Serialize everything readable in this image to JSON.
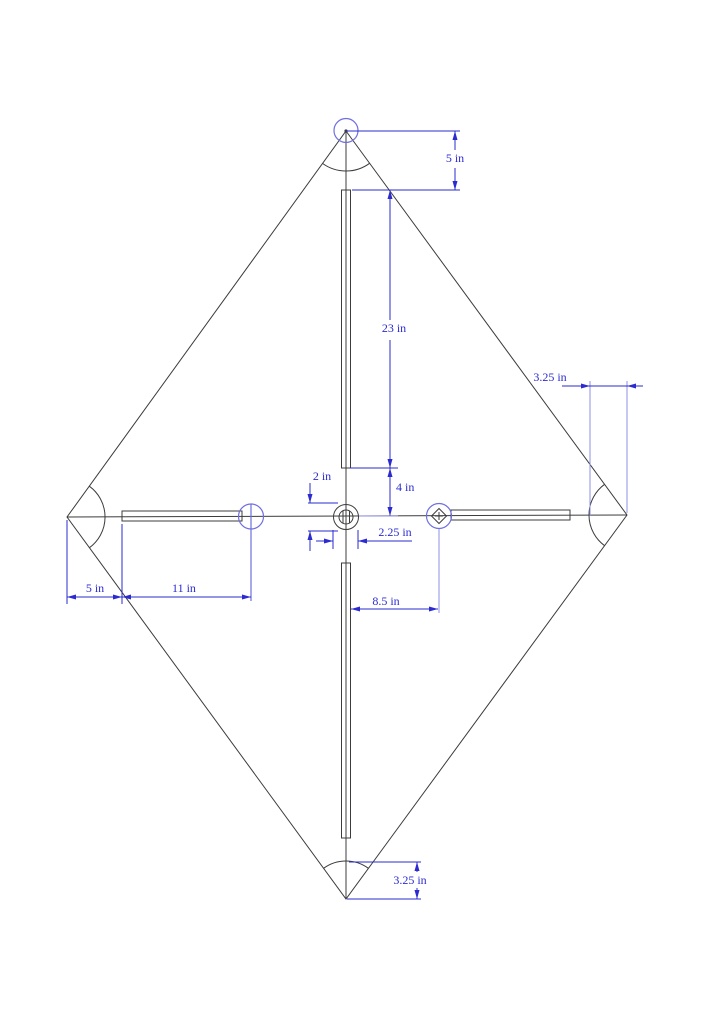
{
  "drawing": {
    "type": "technical-drawing",
    "subject": "diamond kite frame plan with spar and fitting dimensions",
    "units": "in",
    "colors": {
      "geometry": "#3c3c3c",
      "dimension": "#2b2bd0",
      "extension": "#8f8fe8",
      "fitting": "#6f6fe0",
      "background": "#ffffff"
    },
    "labels": {
      "top_height": "5 in",
      "upper_spine": "23 in",
      "spine_gap": "4 in",
      "hub_slot": "2 in",
      "hub_diameter": "2.25 in",
      "left_tip_offset": "5 in",
      "left_spar": "11 in",
      "right_fitting_offset": "8.5 in",
      "right_tip_offset": "3.25 in",
      "bottom_tip_offset": "3.25 in"
    }
  }
}
